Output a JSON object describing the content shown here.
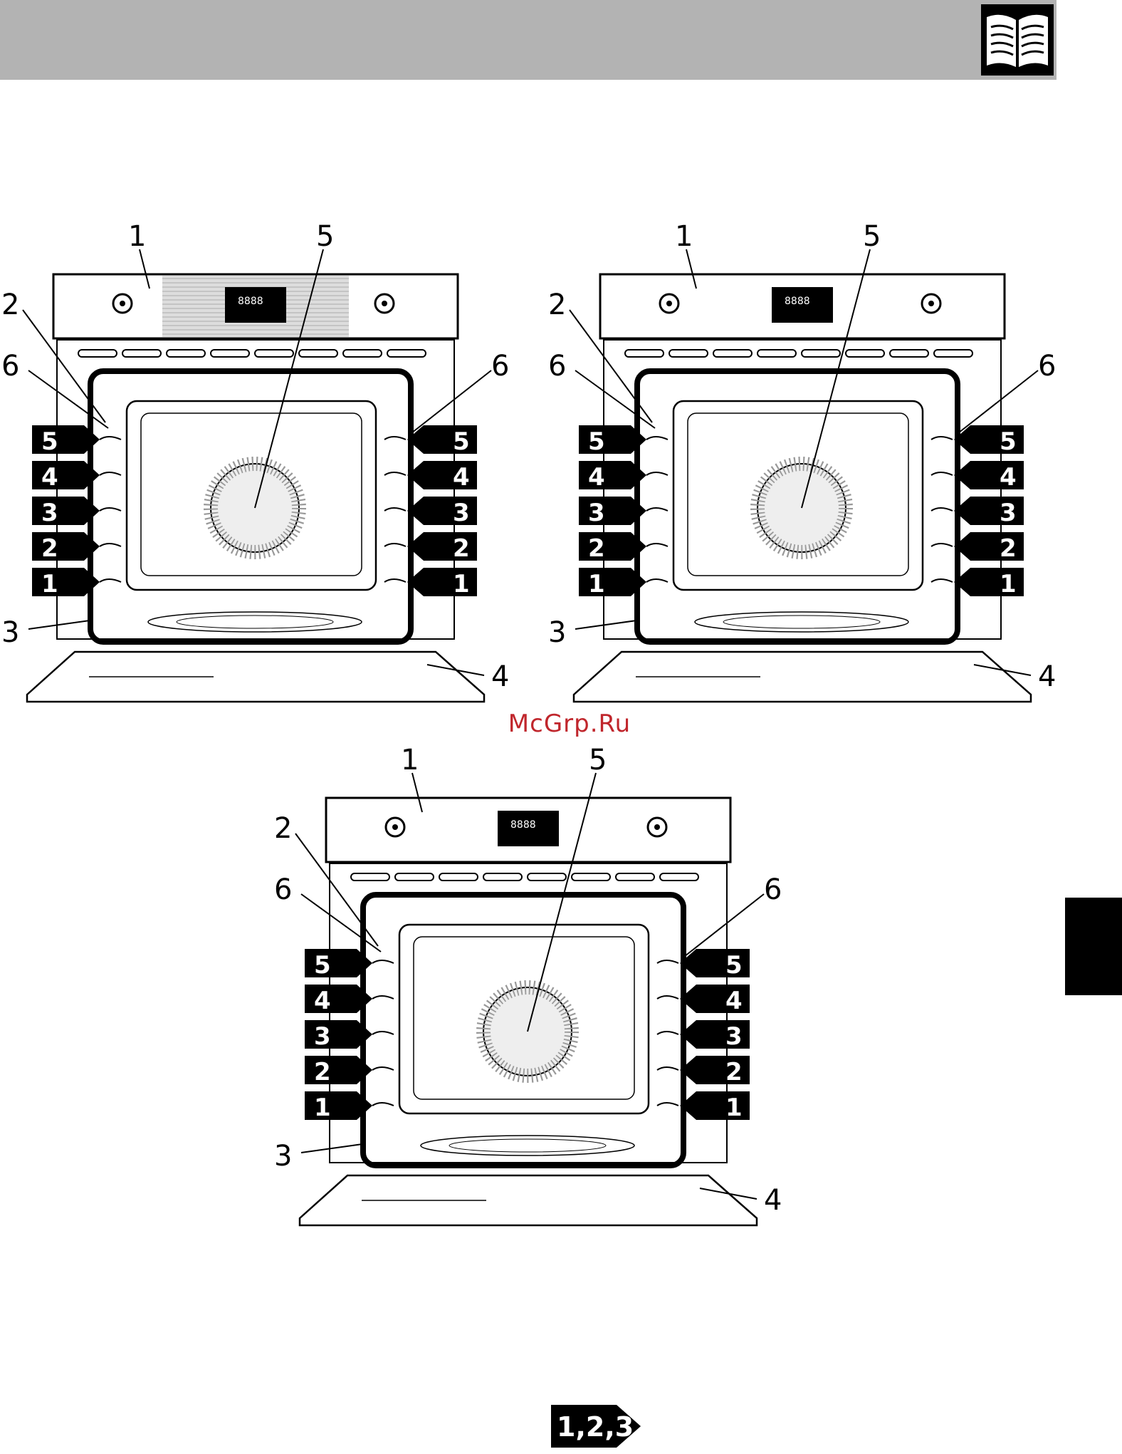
{
  "header": {
    "icon": "book-icon"
  },
  "watermark": "McGrp.Ru",
  "footer": {
    "label": "1,2,3..."
  },
  "ovens": [
    {
      "variant": "A",
      "display": "8888",
      "callouts": {
        "control_panel": "1",
        "seal": "2",
        "lamp_side": "3",
        "door": "4",
        "fan": "5",
        "rack_support_left": "6",
        "rack_support_right": "6"
      },
      "shelves": [
        "5",
        "4",
        "3",
        "2",
        "1"
      ]
    },
    {
      "variant": "B",
      "display": "8888",
      "callouts": {
        "control_panel": "1",
        "seal": "2",
        "lamp_side": "3",
        "door": "4",
        "fan": "5",
        "rack_support_left": "6",
        "rack_support_right": "6"
      },
      "shelves": [
        "5",
        "4",
        "3",
        "2",
        "1"
      ]
    },
    {
      "variant": "C",
      "display": "8888",
      "callouts": {
        "control_panel": "1",
        "seal": "2",
        "lamp_side": "3",
        "door": "4",
        "fan": "5",
        "rack_support_left": "6",
        "rack_support_right": "6"
      },
      "shelves": [
        "5",
        "4",
        "3",
        "2",
        "1"
      ]
    }
  ]
}
